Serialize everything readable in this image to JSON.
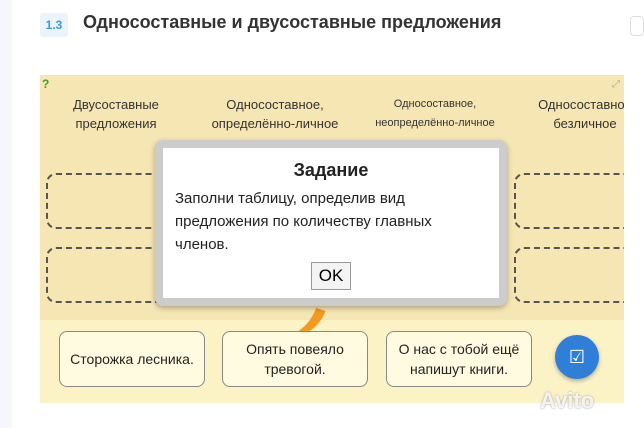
{
  "header": {
    "section": "1.3",
    "title": "Односоставные и двусоставные предложения"
  },
  "columns": [
    {
      "line1": "Двусоставные",
      "line2": "предложения"
    },
    {
      "line1": "Односоставное,",
      "line2": "определённо-личное"
    },
    {
      "line1": "Односоставное,",
      "line2": "неопределённо-личное"
    },
    {
      "line1": "Односоставное",
      "line2": "безличное"
    }
  ],
  "cards": [
    "Сторожка лесника.",
    "Опять повеяло тревогой.",
    "О нас с тобой ещё напишут книги."
  ],
  "dialog": {
    "title": "Задание",
    "text": "Заполни таблицу, определив вид предложения по количеству главных членов.",
    "ok": "OK"
  },
  "watermark": "Avito",
  "colors": {
    "accent": "#2f7fd8",
    "panel": "#f6e6b3",
    "arrow": "#f29a22"
  }
}
